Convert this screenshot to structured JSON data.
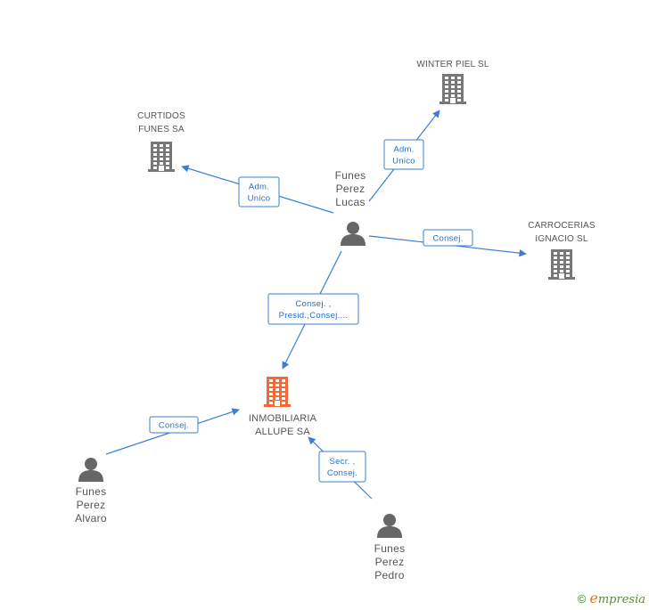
{
  "colors": {
    "edge": "#3a7fd5",
    "company": "#777777",
    "company_main": "#f26a3a",
    "person": "#666666",
    "brand": "#5a8a3a"
  },
  "companies": [
    {
      "id": "winter",
      "name_lines": [
        "WINTER PIEL SL"
      ],
      "icon": "building-icon",
      "main": false
    },
    {
      "id": "curtidos",
      "name_lines": [
        "CURTIDOS",
        "FUNES SA"
      ],
      "icon": "building-icon",
      "main": false
    },
    {
      "id": "carrocerias",
      "name_lines": [
        "CARROCERIAS",
        "IGNACIO SL"
      ],
      "icon": "building-icon",
      "main": false
    },
    {
      "id": "inmobiliaria",
      "name_lines": [
        "INMOBILIARIA",
        "ALLUPE SA"
      ],
      "icon": "building-icon",
      "main": true
    }
  ],
  "persons": [
    {
      "id": "lucas",
      "name_lines": [
        "Funes",
        "Perez",
        "Lucas"
      ],
      "icon": "person-icon"
    },
    {
      "id": "alvaro",
      "name_lines": [
        "Funes",
        "Perez",
        "Alvaro"
      ],
      "icon": "person-icon"
    },
    {
      "id": "pedro",
      "name_lines": [
        "Funes",
        "Perez",
        "Pedro"
      ],
      "icon": "person-icon"
    }
  ],
  "edges": [
    {
      "from": "lucas",
      "to": "winter",
      "label_lines": [
        "Adm.",
        "Unico"
      ]
    },
    {
      "from": "lucas",
      "to": "curtidos",
      "label_lines": [
        "Adm.",
        "Unico"
      ]
    },
    {
      "from": "lucas",
      "to": "carrocerias",
      "label_lines": [
        "Consej."
      ]
    },
    {
      "from": "lucas",
      "to": "inmobiliaria",
      "label_lines": [
        "Consej. ,",
        "Presid.,Consej...."
      ]
    },
    {
      "from": "alvaro",
      "to": "inmobiliaria",
      "label_lines": [
        "Consej."
      ]
    },
    {
      "from": "pedro",
      "to": "inmobiliaria",
      "label_lines": [
        "Secr. ,",
        "Consej."
      ]
    }
  ],
  "footer": {
    "copyright": "©",
    "brand_first": "e",
    "brand_rest": "mpresia"
  }
}
